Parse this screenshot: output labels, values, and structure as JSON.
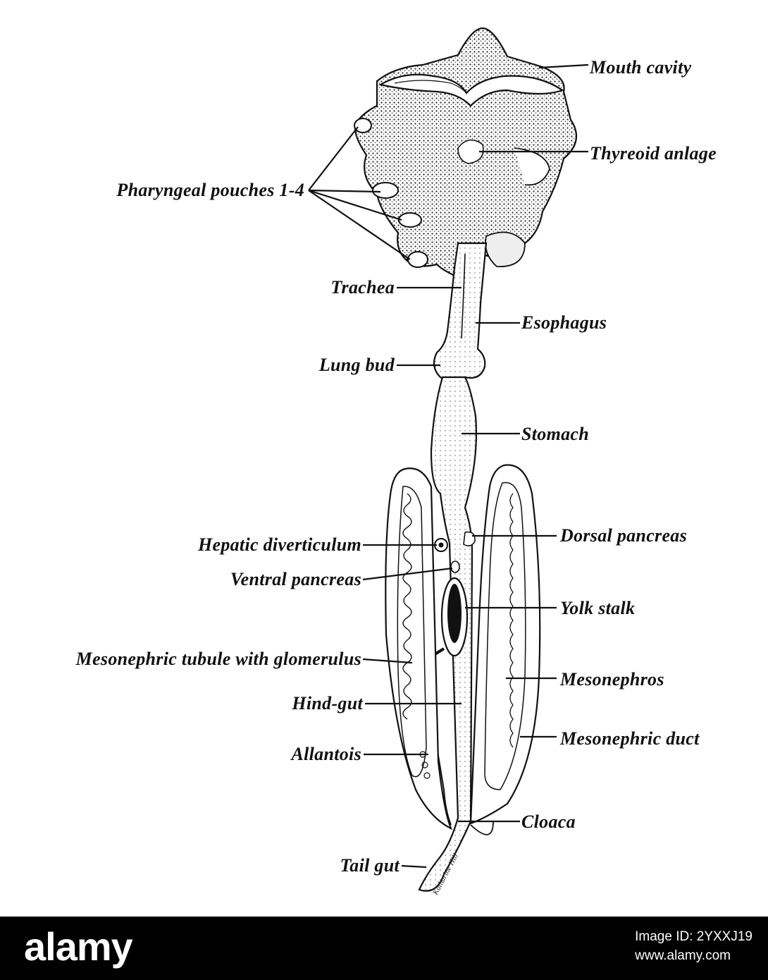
{
  "labels": {
    "mouth_cavity": "Mouth cavity",
    "thyreoid_anlage": "Thyreoid anlage",
    "pharyngeal_pouches": "Pharyngeal pouches 1-4",
    "trachea": "Trachea",
    "esophagus": "Esophagus",
    "lung_bud": "Lung bud",
    "stomach": "Stomach",
    "hepatic_diverticulum": "Hepatic diverticulum",
    "dorsal_pancreas": "Dorsal pancreas",
    "ventral_pancreas": "Ventral pancreas",
    "yolk_stalk": "Yolk stalk",
    "mesonephric_tubule": "Mesonephric tubule with glomerulus",
    "mesonephros": "Mesonephros",
    "hind_gut": "Hind-gut",
    "mesonephric_duct": "Mesonephric duct",
    "allantois": "Allantois",
    "cloaca": "Cloaca",
    "tail_gut": "Tail gut"
  },
  "signature": "Katharine Hill",
  "watermark": {
    "logo": "alamy",
    "image_id": "Image ID: 2YXXJ19",
    "website": "www.alamy.com"
  }
}
